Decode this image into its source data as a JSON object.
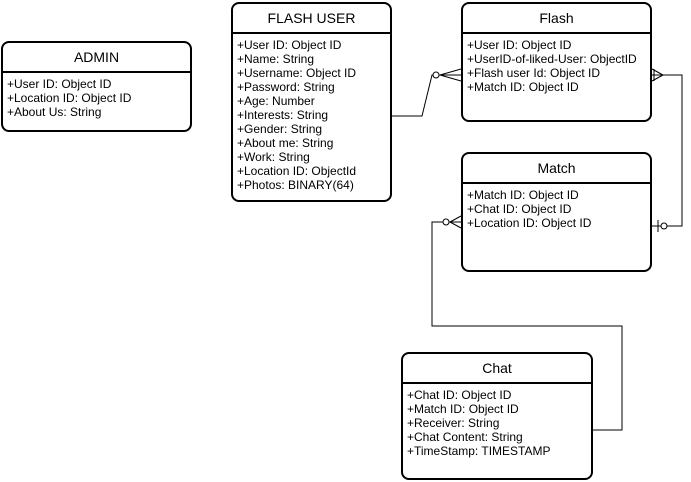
{
  "entities": {
    "admin": {
      "title": "ADMIN",
      "attributes": [
        "+User ID: Object ID",
        "+Location ID: Object ID",
        "+About Us: String"
      ]
    },
    "flash_user": {
      "title": "FLASH USER",
      "attributes": [
        "+User ID: Object ID",
        "+Name: String",
        "+Username: Object ID",
        "+Password: String",
        "+Age: Number",
        "+Interests: String",
        "+Gender: String",
        "+About me: String",
        "+Work: String",
        "+Location ID: ObjectId",
        "+Photos: BINARY(64)"
      ]
    },
    "flash": {
      "title": "Flash",
      "attributes": [
        "+User ID: Object ID",
        "+UserID-of-liked-User: ObjectID",
        "+Flash user Id: Object ID",
        "+Match ID: Object ID"
      ]
    },
    "match": {
      "title": "Match",
      "attributes": [
        "+Match ID: Object ID",
        "+Chat ID: Object ID",
        "+Location ID: Object ID"
      ]
    },
    "chat": {
      "title": "Chat",
      "attributes": [
        "+Chat ID: Object ID",
        "+Match ID: Object ID",
        "+Receiver: String",
        "+Chat Content: String",
        "+TimeStamp: TIMESTAMP"
      ]
    }
  },
  "relationships": [
    {
      "from": "flash_user",
      "to": "flash",
      "from_end": "one",
      "to_end": "zero-or-many"
    },
    {
      "from": "match",
      "to": "flash",
      "from_end": "zero-or-one",
      "to_end": "one-or-many"
    },
    {
      "from": "chat",
      "to": "match",
      "from_end": "one",
      "to_end": "zero-or-many"
    }
  ]
}
